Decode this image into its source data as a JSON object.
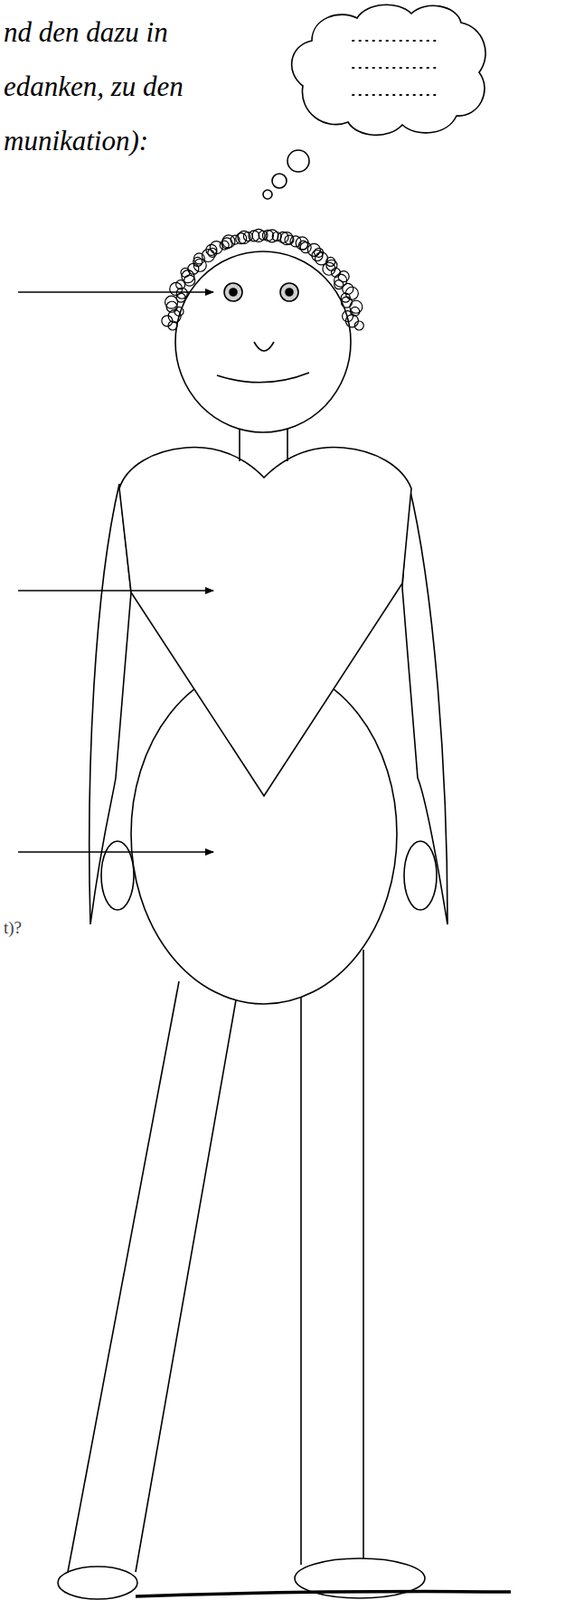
{
  "diagram": {
    "labels": [
      "nd den dazu in",
      "edanken, zu den",
      "munikation):",
      "t)?"
    ]
  }
}
